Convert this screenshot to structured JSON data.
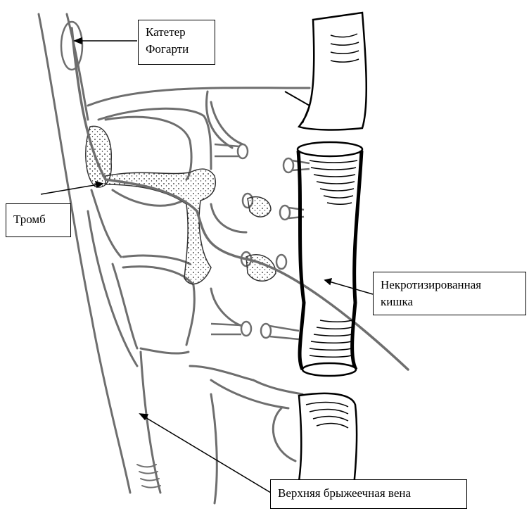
{
  "labels": {
    "catheter": {
      "line1": "Катетер",
      "line2": "Фогарти"
    },
    "thrombus": {
      "text": "Тромб"
    },
    "necrotic_bowel": {
      "line1": "Некротизированная",
      "line2": "кишка"
    },
    "smv": {
      "text": "Верхняя брыжеечная вена"
    }
  },
  "colors": {
    "vessel_stroke": "#6e6e6e",
    "outline": "#000000",
    "background": "#ffffff"
  }
}
